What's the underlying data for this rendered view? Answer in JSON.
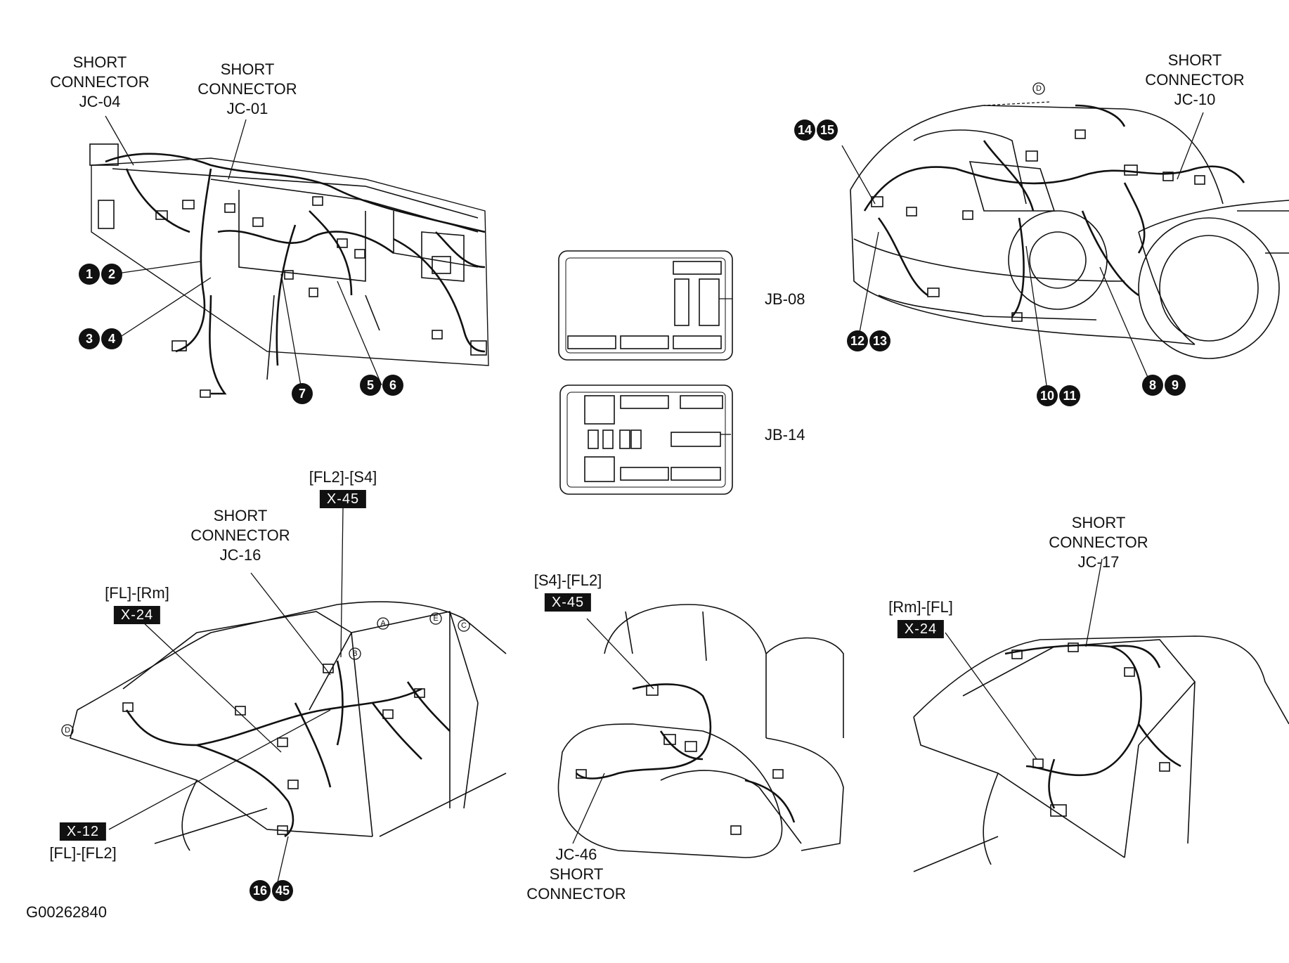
{
  "labels": {
    "jc04": [
      "SHORT",
      "CONNECTOR",
      "JC-04"
    ],
    "jc01": [
      "SHORT",
      "CONNECTOR",
      "JC-01"
    ],
    "jc10": [
      "SHORT",
      "CONNECTOR",
      "JC-10"
    ],
    "jc16": [
      "SHORT",
      "CONNECTOR",
      "JC-16"
    ],
    "jc17": [
      "SHORT",
      "CONNECTOR",
      "JC-17"
    ],
    "jc46": [
      "JC-46",
      "SHORT",
      "CONNECTOR"
    ],
    "jb08": "JB-08",
    "jb14": "JB-14"
  },
  "tags": {
    "fl2_s4": {
      "caption": "[FL2]-[S4]",
      "tag": "X-45"
    },
    "fl_rm": {
      "caption": "[FL]-[Rm]",
      "tag": "X-24"
    },
    "fl_fl2": {
      "caption": "[FL]-[FL2]",
      "tag": "X-12"
    },
    "s4_fl2": {
      "caption": "[S4]-[FL2]",
      "tag": "X-45"
    },
    "rm_fl": {
      "caption": "[Rm]-[FL]",
      "tag": "X-24"
    }
  },
  "numbers": [
    "1",
    "2",
    "3",
    "4",
    "5",
    "6",
    "7",
    "8",
    "9",
    "10",
    "11",
    "12",
    "13",
    "14",
    "15",
    "16",
    "45"
  ],
  "letters": {
    "a": "A",
    "b": "B",
    "c": "C",
    "d": "D",
    "e": "E"
  },
  "figure_code": "G00262840",
  "colors": {
    "ink": "#111111",
    "paper": "#ffffff"
  }
}
